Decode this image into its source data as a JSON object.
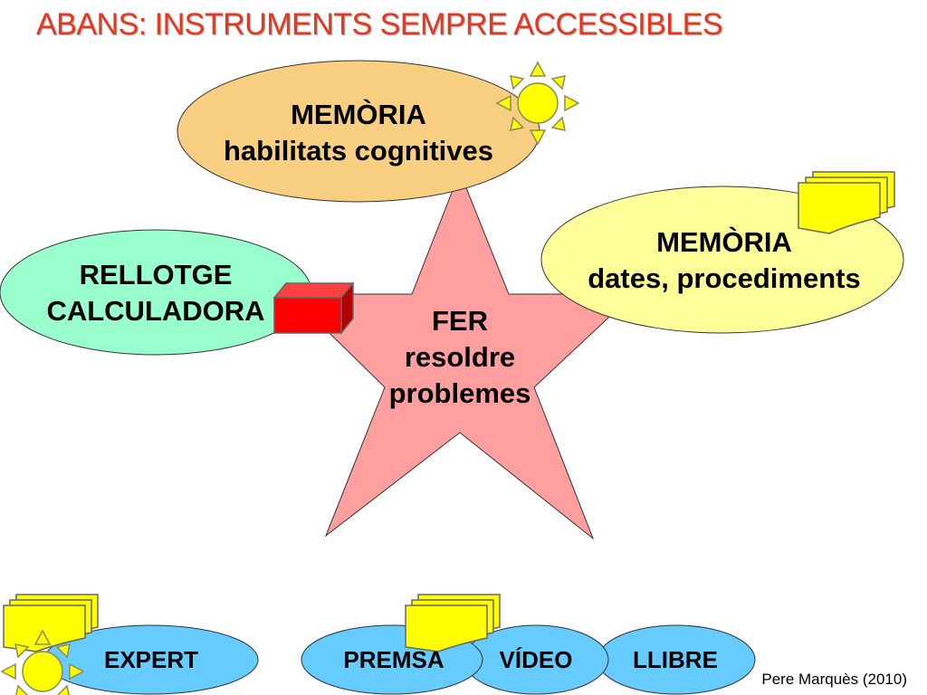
{
  "title": "ABANS: INSTRUMENTS SEMPRE ACCESSIBLES",
  "center": {
    "line1": "FER",
    "line2": "resoldre",
    "line3": "problemes"
  },
  "memory_cognitive": {
    "line1": "MEMÒRIA",
    "line2": "habilitats cognitives"
  },
  "memory_data": {
    "line1": "MEMÒRIA",
    "line2": "dates, procediments"
  },
  "tools": {
    "line1": "RELLOTGE",
    "line2": "CALCULADORA"
  },
  "bottom": {
    "expert": "EXPERT",
    "premsa": "PREMSA",
    "video": "VÍDEO",
    "llibre": "LLIBRE"
  },
  "credit": "Pere Marquès (2010)",
  "colors": {
    "title": "#e8371f",
    "star": "#ff9f9f",
    "memory_cognitive": "#f8cf80",
    "memory_data": "#ffff99",
    "tools": "#99ffcc",
    "bottom": "#66ccff",
    "sun": "#ffff00",
    "box": "#ff0000"
  }
}
